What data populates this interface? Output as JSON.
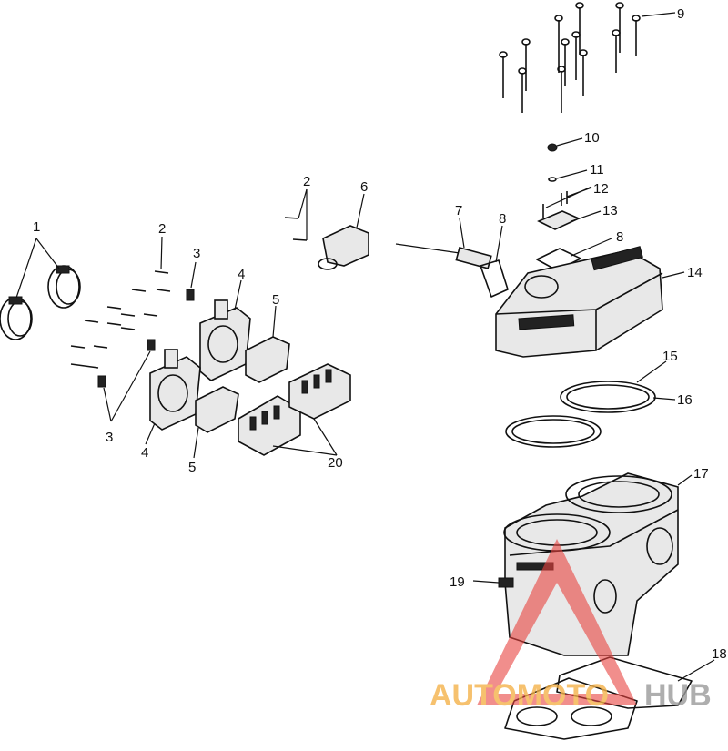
{
  "callouts": [
    "1",
    "2",
    "3",
    "4",
    "5",
    "6",
    "7",
    "8",
    "9",
    "10",
    "11",
    "12",
    "13",
    "14",
    "15",
    "16",
    "17",
    "18",
    "19",
    "20"
  ],
  "watermark": {
    "part1": "AUTOMOTO",
    "part2": "HUB",
    "color_accent": "#f4b24a",
    "color_gray": "#9a9a9a",
    "color_triangle": "#e8433f"
  }
}
